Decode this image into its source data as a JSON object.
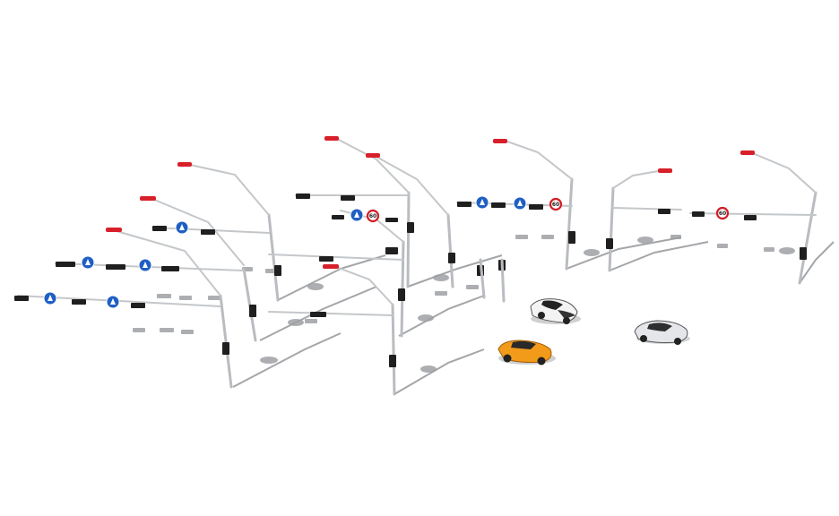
{
  "scene": {
    "background": "#ffffff",
    "colors": {
      "pole": "#b9bcc0",
      "lamp_head": "#d8202a",
      "direction_sign": "#1f5fc4",
      "speed_sign_ring": "#d21c24",
      "signal_housing": "#1f1f1f",
      "shadow": "#9ea0a3",
      "car_orange": "#f29a1a",
      "car_silver": "#e4e6e9",
      "car_white_black": "#f3f3f3"
    },
    "speed_limit_signs": [
      {
        "text": "60"
      },
      {
        "text": "60"
      },
      {
        "text": "60"
      }
    ],
    "icons": [
      "traffic-signal-icon",
      "street-lamp-icon",
      "direction-arrow-sign-icon",
      "speed-limit-sign-icon",
      "car-icon"
    ]
  }
}
